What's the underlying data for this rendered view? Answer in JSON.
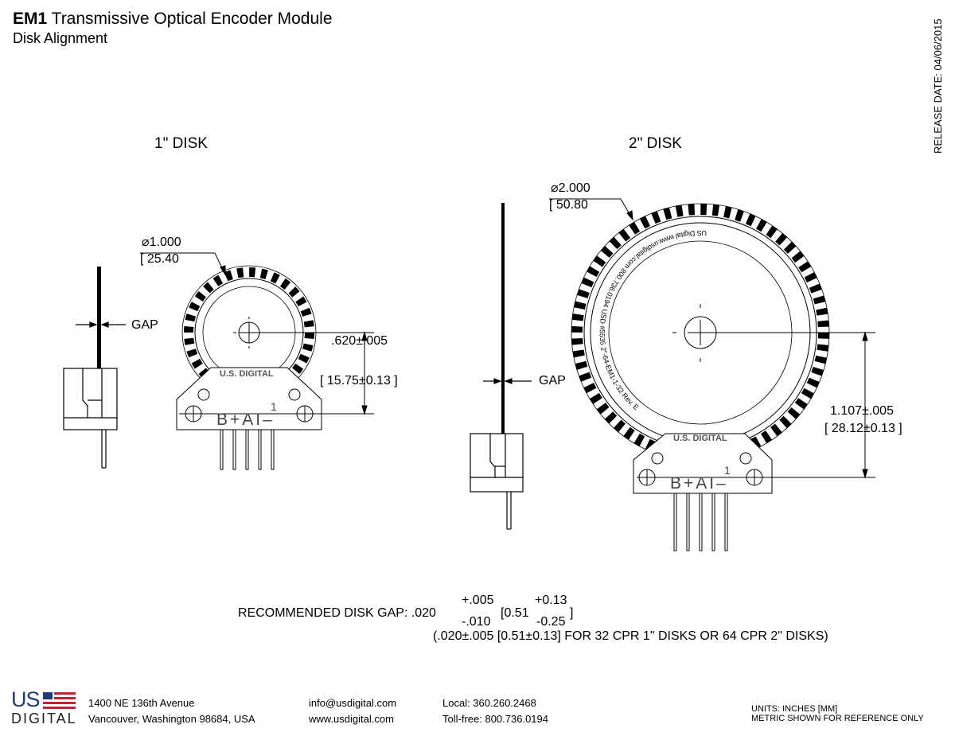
{
  "header": {
    "title_bold": "EM1",
    "title_rest": " Transmissive Optical Encoder Module",
    "subtitle": "Disk Alignment",
    "release_date": "RELEASE DATE: 04/06/2015"
  },
  "disk1": {
    "label": "1\" DISK",
    "diameter": "1.000",
    "diameter_mm": "25.40",
    "gap_label": "GAP",
    "offset": ".620±.005",
    "offset_mm": "15.75±0.13",
    "tick_count": 32,
    "module_brand": "U.S. DIGITAL",
    "pin_labels": "B+AI–",
    "pin1": "1"
  },
  "disk2": {
    "label": "2\" DISK",
    "diameter": "2.000",
    "diameter_mm": "50.80",
    "gap_label": "GAP",
    "offset": "1.107±.005",
    "offset_mm": "28.12±0.13",
    "tick_count": 64,
    "disk_text": "US Digital  www.usdigital.com  800.736.0194  USD #5535  2\"-64-EM1-1-32 Rev. E",
    "module_brand": "U.S. DIGITAL",
    "pin_labels": "B+AI–",
    "pin1": "1"
  },
  "gap_spec": {
    "label": "RECOMMENDED DISK GAP: .020",
    "tol_plus": "+.005",
    "tol_minus": "-.010",
    "mm_nominal": "[0.51",
    "mm_plus": "+0.13",
    "mm_minus": "-0.25",
    "mm_close": "]",
    "note": "(.020±.005 [0.51±0.13] FOR 32 CPR 1\" DISKS OR 64 CPR 2\" DISKS)"
  },
  "footer": {
    "logo_top": "US",
    "logo_bottom": "DIGITAL",
    "address1": "1400 NE 136th Avenue",
    "address2": "Vancouver, Washington 98684, USA",
    "email": "info@usdigital.com",
    "web": "www.usdigital.com",
    "local": "Local: 360.260.2468",
    "tollfree": "Toll-free: 800.736.0194",
    "units": "UNITS: INCHES [MM]",
    "metric_note": "METRIC SHOWN FOR REFERENCE ONLY"
  },
  "colors": {
    "logo_blue": "#1f3a7a",
    "logo_red": "#c8202f",
    "ink": "#000000"
  }
}
